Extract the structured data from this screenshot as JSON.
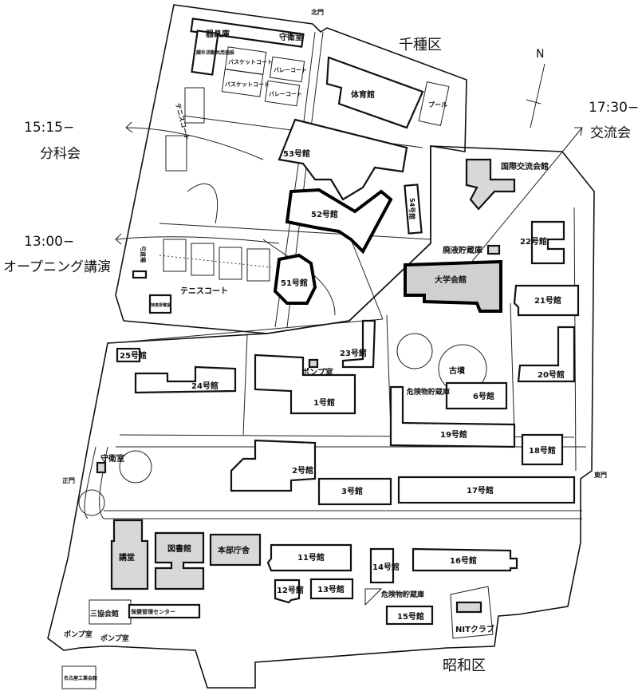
{
  "districts": {
    "north": "千種区",
    "south": "昭和区"
  },
  "compass": "N",
  "gates": {
    "north": "北門",
    "east": "東門",
    "main": "正門"
  },
  "annotations": [
    {
      "time": "15:15−",
      "event": "分科会"
    },
    {
      "time": "13:00−",
      "event": "オープニング講演"
    },
    {
      "time": "17:30−",
      "event": "交流会"
    }
  ],
  "buildings": {
    "equipment": "器具庫",
    "guard_north": "守衛室",
    "club_facility": "課外活動共用施設",
    "basketball_1": "バスケットコート",
    "basketball_2": "バスケットコート",
    "volleyball_1": "バレーコート",
    "volleyball_2": "バレーコート",
    "tennis_west": "テニスコート",
    "tennis_south": "テニスコート",
    "archery": "弓道場",
    "substation": "特高受電室",
    "gym": "体育館",
    "pool": "プール",
    "b53": "53号館",
    "b52": "52号館",
    "b54": "54号館",
    "b51": "51号館",
    "intl_house": "国際交流会館",
    "waste_storage": "廃液貯蔵庫",
    "univ_hall": "大学会館",
    "b22": "22号館",
    "b21": "21号館",
    "b23": "23号館",
    "kofun": "古墳",
    "b20": "20号館",
    "b25": "25号館",
    "b24": "24号館",
    "pump_1": "ポンプ室",
    "b1": "1号館",
    "hazmat_1": "危険物貯蔵庫",
    "b6": "6号館",
    "b19": "19号館",
    "b18": "18号館",
    "guard_main": "守衛室",
    "b2": "2号館",
    "b3": "3号館",
    "b17": "17号館",
    "auditorium": "講堂",
    "library": "図書館",
    "admin": "本部庁舎",
    "b11": "11号館",
    "b14": "14号館",
    "b16": "16号館",
    "b12": "12号館",
    "b13": "13号館",
    "hazmat_2": "危険物貯蔵庫",
    "b15": "15号館",
    "sankyo": "三協会館",
    "health": "保健管理センター",
    "nit_club": "NITクラブ",
    "pump_2": "ポンプ室",
    "pump_3": "ポンプ室",
    "kogyo_kaikan": "名古屋工業会館"
  }
}
